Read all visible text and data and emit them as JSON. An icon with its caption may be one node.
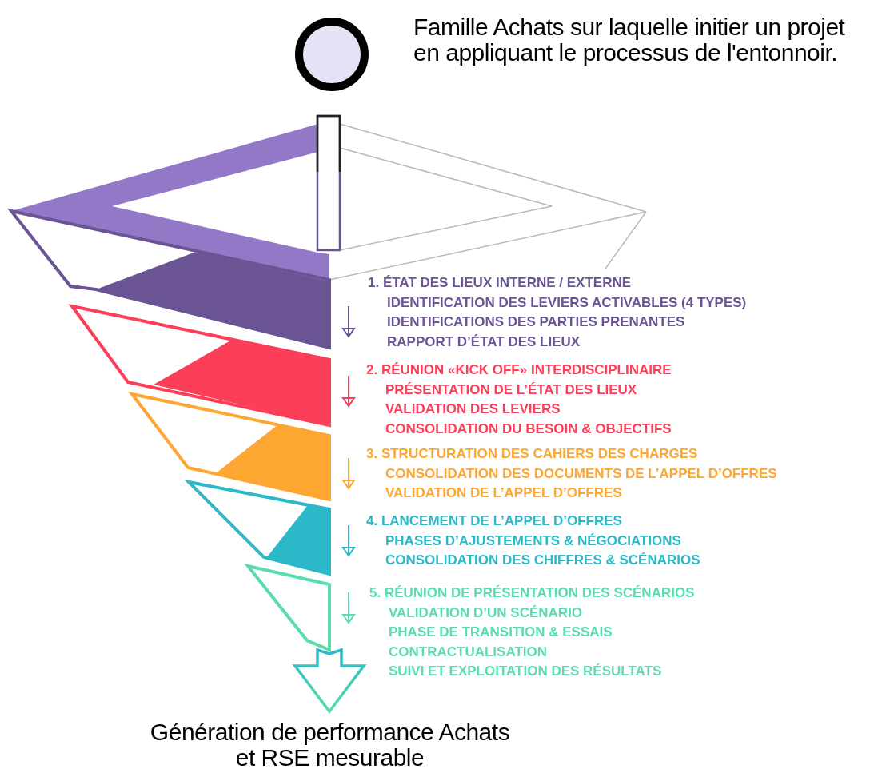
{
  "diagram": {
    "nodes": [
      {
        "text": [],
        "shape": "circle",
        "beside": [
          "Famille Achats sur laquelle initier un projet en appliquant le processus de l'entonnoir."
        ]
      },
      {
        "text": [],
        "shape": "band",
        "beside": [
          "1. ÉTAT DES LIEUX INTERNE / EXTERNE",
          "IDENTIFICATION DES LEVIERS ACTIVABLES (4 TYPES)",
          "IDENTIFICATIONS DES PARTIES PRENANTES",
          "RAPPORT D’ÉTAT DES LIEUX"
        ]
      },
      {
        "text": [],
        "shape": "band",
        "beside": [
          "2. RÉUNION «KICK OFF» INTERDISCIPLINAIRE",
          "PRÉSENTATION DE L’ÉTAT DES LIEUX",
          "VALIDATION DES LEVIERS",
          "CONSOLIDATION DU BESOIN & OBJECTIFS"
        ]
      },
      {
        "text": [],
        "shape": "band",
        "beside": [
          "3. STRUCTURATION DES CAHIERS DES CHARGES",
          "CONSOLIDATION DES DOCUMENTS DE L’APPEL D’OFFRES",
          "VALIDATION DE L’APPEL D’OFFRES"
        ]
      },
      {
        "text": [],
        "shape": "band",
        "beside": [
          "4. LANCEMENT DE L’APPEL D’OFFRES",
          "PHASES D’AJUSTEMENTS & NÉGOCIATIONS",
          "CONSOLIDATION DES CHIFFRES & SCÉNARIOS"
        ]
      },
      {
        "text": [],
        "shape": "band",
        "beside": [
          "5. RÉUNION DE PRÉSENTATION DES SCÉNARIOS",
          "VALIDATION D’UN SCÉNARIO",
          "PHASE DE TRANSITION & ESSAIS",
          "CONTRACTUALISATION",
          "SUIVI ET EXPLOITATION DES RÉSULTATS"
        ]
      },
      {
        "text": [
          "Génération de performance Achats et RSE mesurable"
        ]
      }
    ],
    "edges": [
      {
        "from": 5,
        "to": 6,
        "arrow": "to"
      }
    ]
  }
}
